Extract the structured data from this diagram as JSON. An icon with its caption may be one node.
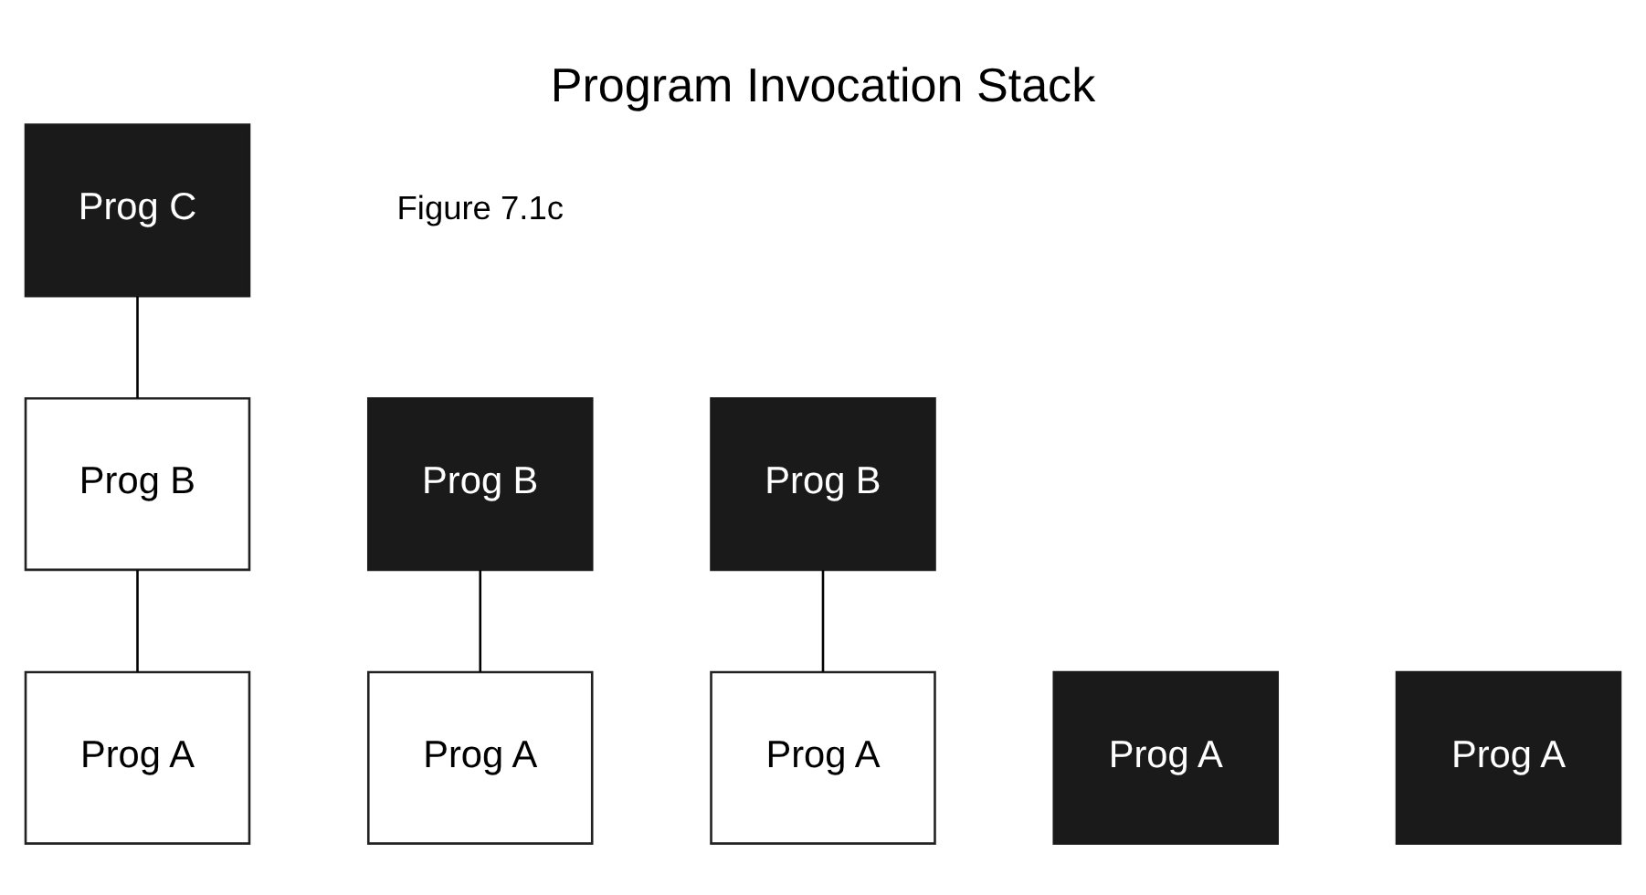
{
  "diagram": {
    "title": "Program Invocation Stack",
    "nodes": [
      {
        "text": [
          "Prog C"
        ]
      },
      {
        "text": [
          "Prog B"
        ]
      },
      {
        "text": [
          "Prog B"
        ]
      },
      {
        "text": [
          "Prog B"
        ]
      },
      {
        "text": [
          "Prog A"
        ]
      },
      {
        "text": [
          "Prog A"
        ]
      },
      {
        "text": [
          "Prog A"
        ]
      },
      {
        "text": [
          "Prog A"
        ]
      },
      {
        "text": [
          "Prog A"
        ]
      }
    ],
    "edges": [
      {
        "from": 0,
        "to": 2,
        "arrow": "none"
      },
      {
        "from": 1,
        "to": 5,
        "arrow": "none"
      },
      {
        "from": 2,
        "to": 6,
        "arrow": "none"
      },
      {
        "from": 3,
        "to": 7,
        "arrow": "none"
      }
    ],
    "labels": [
      "Figure 7.1c"
    ]
  }
}
